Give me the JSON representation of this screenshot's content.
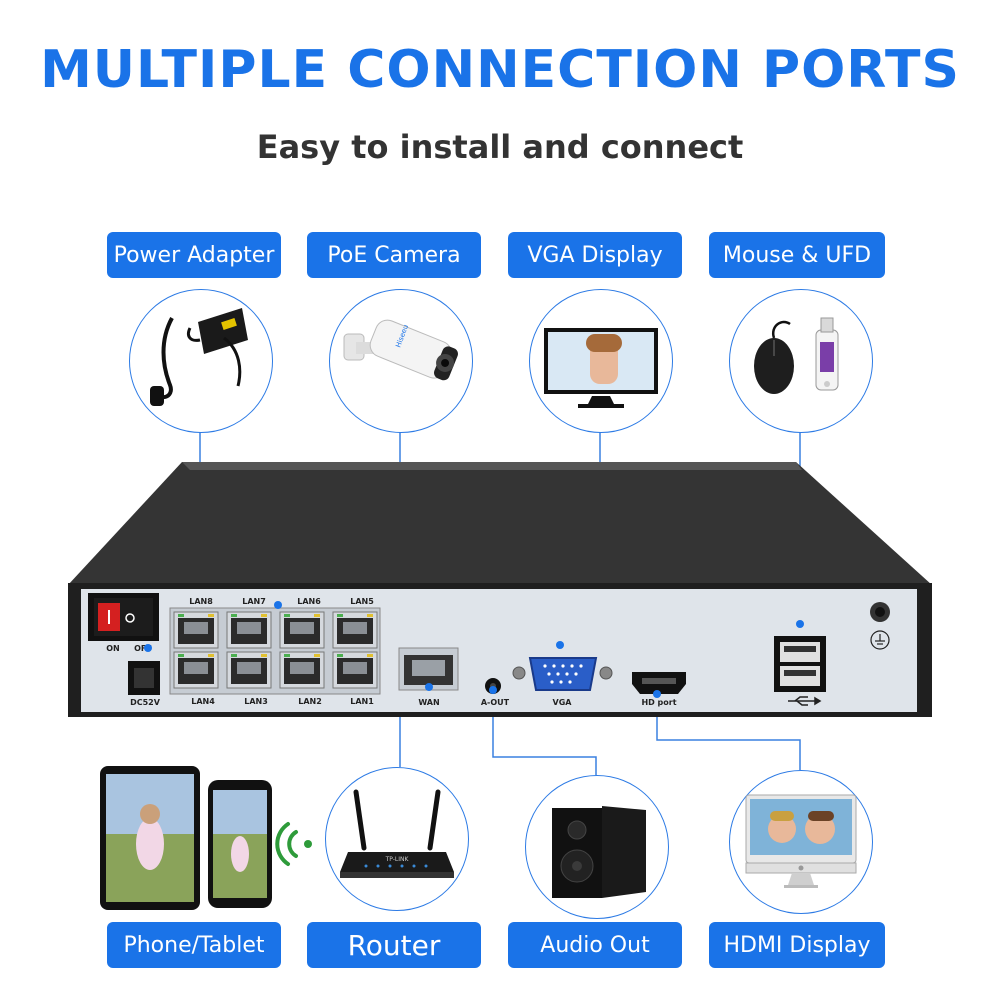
{
  "header": {
    "title": "MULTIPLE CONNECTION PORTS",
    "subtitle": "Easy to install and connect"
  },
  "top_labels": [
    "Power Adapter",
    "PoE Camera",
    "VGA Display",
    "Mouse & UFD"
  ],
  "bottom_labels": [
    "Phone/Tablet",
    "Router",
    "Audio Out",
    "HDMI Display"
  ],
  "device": {
    "switch_labels": {
      "on": "ON",
      "off": "OFF"
    },
    "power_port": "DC52V",
    "lan_top": [
      "LAN8",
      "LAN7",
      "LAN6",
      "LAN5"
    ],
    "lan_bottom": [
      "LAN4",
      "LAN3",
      "LAN2",
      "LAN1"
    ],
    "wan": "WAN",
    "audio": "A-OUT",
    "vga": "VGA",
    "hdmi": "HD port"
  },
  "product_text": {
    "camera_brand": "Hiseeu",
    "router_brand": "TP-LINK"
  },
  "colors": {
    "accent": "#1a73e8",
    "device_body": "#2e2e2e",
    "panel": "#dfe4ea"
  }
}
